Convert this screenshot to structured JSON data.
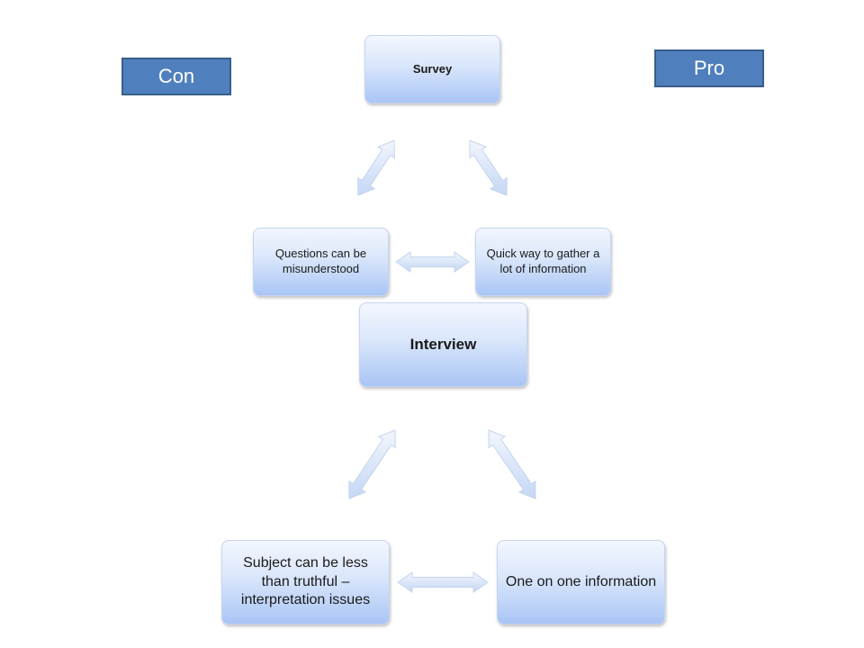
{
  "tags": {
    "con": "Con",
    "pro": "Pro"
  },
  "survey": {
    "title": "Survey",
    "con": "Questions can be misunderstood",
    "pro": "Quick way to gather a lot of information"
  },
  "interview": {
    "title": "Interview",
    "con": "Subject can be less than truthful – interpretation issues",
    "pro": "One on one information"
  },
  "colors": {
    "tag_fill": "#4f80bd",
    "tag_border": "#385d8a",
    "node_top": "#f3f7fe",
    "node_bottom": "#a9c5f5",
    "arrow_fill": "#dbe6f8"
  }
}
